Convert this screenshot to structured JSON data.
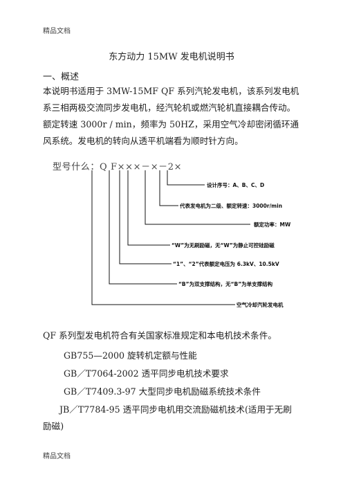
{
  "header": {
    "label": "精品文档"
  },
  "footer": {
    "label": "精品文档"
  },
  "doc": {
    "title": "东方动力 15MW 发电机说明书",
    "section1": "一、概述",
    "para": "本说明书适用于 3MW-15MF QF 系列汽轮发电机，该系列发电机系三相两极交流同步发电机，经汽轮机或燃汽轮机直接耦合传动。额定转速 3000r / min，频率为 50HZ，采用空气冷却密闭循环通风系统。发电机的转向从透平机端看为顺时针方向。",
    "model_label": "型号什么：Q F×××－×－2×",
    "diagram_labels": [
      "设计序号：A、B、C、D",
      "代表发电机为二级、额定转速：3000r/min",
      "额定功率：MW",
      "“W”为无刷励磁，无“W”为静止可控硅励磁",
      "“1”、“2”代表额定电压为 6.3kV、10.5kV",
      "“B”为双支撑结构，无“B”为单支撑结构",
      "空气冷却汽轮发电机"
    ],
    "standards_intro": "QF 系列型发电机符合有关国家标准规定和本电机技术条件。",
    "standards": [
      "GB755—2000    旋转机定额与性能",
      "GB／T7064-2002 透平同步电机技术要求",
      "GB／T7409.3-97        大型同步电机励磁系统技术条件",
      "JB／T7784-95  透平同步电机用交流励磁机技术(适用于无刷",
      "励磁)"
    ]
  }
}
